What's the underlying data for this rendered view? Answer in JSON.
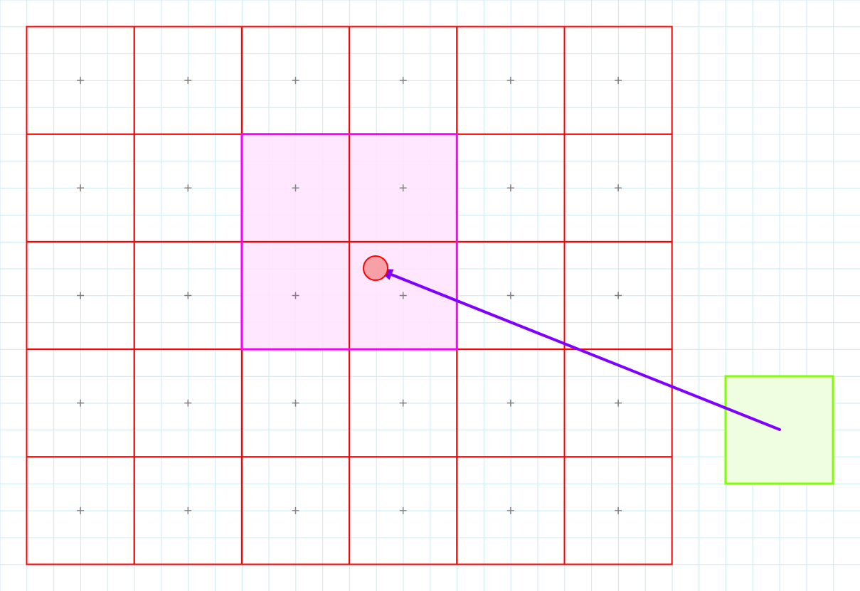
{
  "grid": {
    "rows": 5,
    "cols": 6,
    "line_color": "#ff0000",
    "crosshair_color": "#808080"
  },
  "background_grid": {
    "color": "#cce8f4"
  },
  "highlight": {
    "row_start": 1,
    "col_start": 2,
    "rows": 2,
    "cols": 2,
    "stroke_color": "#ff00ff",
    "fill_color": "#ffe4ff"
  },
  "drop_target": {
    "stroke_color": "#80ff00",
    "fill_color": "#effde0"
  },
  "marker": {
    "stroke_color": "#ff0000",
    "fill_color": "#f7a0a8"
  },
  "arrow": {
    "color": "#8000ff"
  }
}
